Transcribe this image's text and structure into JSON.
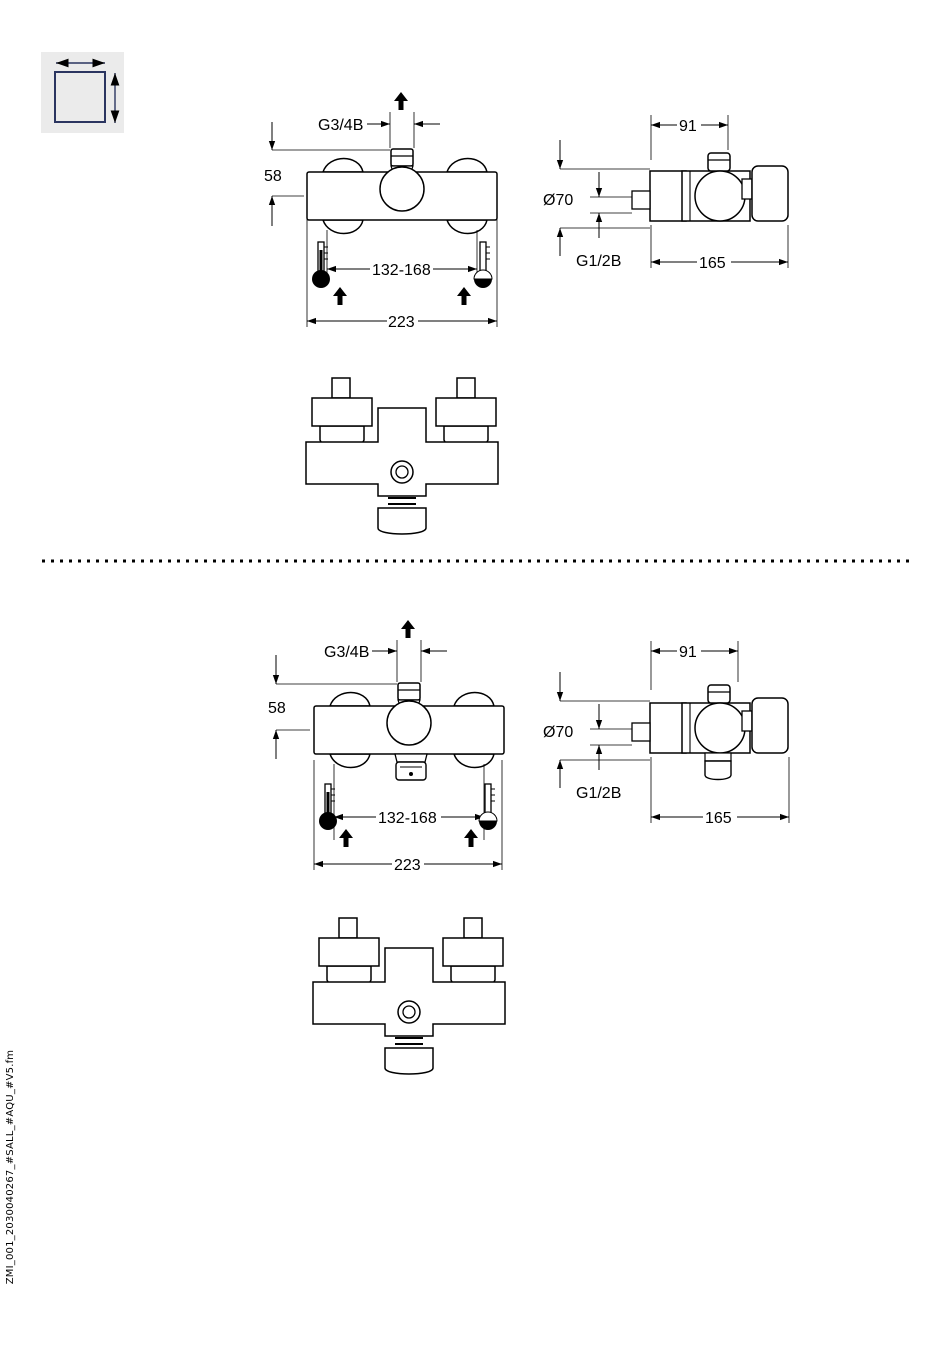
{
  "dimensions": {
    "outlet_thread": "G3/4B",
    "height": "58",
    "inlet_spacing": "132-168",
    "width": "223",
    "outlet_offset": "91",
    "body_diameter": "Ø70",
    "inlet_thread": "G1/2B",
    "depth": "165"
  },
  "file_id": "ZMI_001_2030040267_#SALL_#AQU_#V5.fm",
  "colors": {
    "line": "#000000",
    "icon_background": "#ebebeb",
    "icon_square": "#2b3560"
  },
  "icons": [
    "dimensions-icon",
    "hot-thermometer-icon",
    "cold-thermometer-icon",
    "flow-arrow-icon"
  ]
}
